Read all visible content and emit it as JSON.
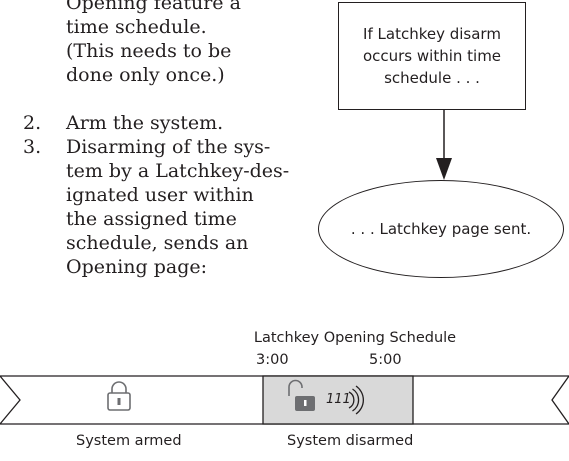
{
  "intro_text": "Opening feature a time schedule. (This needs to be done only once.)",
  "steps": [
    {
      "number": "2.",
      "text": "Arm the system."
    },
    {
      "number": "3.",
      "text": "Disarming of the system by a Latchkey-designated user within the assigned time schedule, sends an Opening page:"
    }
  ],
  "step3_lines": [
    "Disarming of the sys-",
    "tem by a Latchkey-des-",
    "ignated user within",
    "the assigned time",
    "schedule, sends an",
    "Opening page:"
  ],
  "flow": {
    "condition": "If Latchkey disarm occurs within time schedule . . .",
    "result": ". . . Latchkey page sent."
  },
  "timeline": {
    "title": "Latchkey Opening Schedule",
    "start_time": "3:00",
    "end_time": "5:00",
    "page_code": "111",
    "armed_label": "System armed",
    "disarmed_label": "System disarmed",
    "fill_color": "#d9d9d9"
  },
  "icons": [
    "lock-closed-icon",
    "lock-open-icon",
    "page-signal-icon",
    "down-arrow-icon"
  ]
}
